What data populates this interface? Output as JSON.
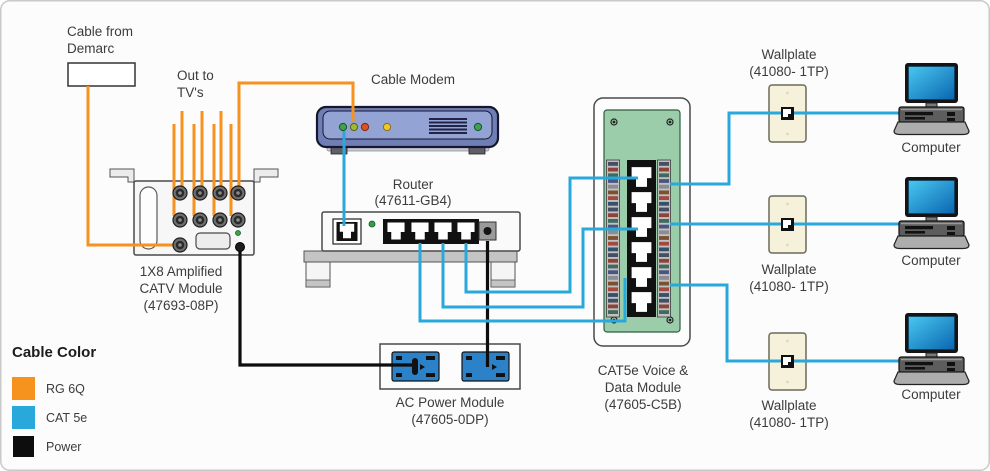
{
  "legend": {
    "title": "Cable Color",
    "items": [
      {
        "label": "RG 6Q",
        "color": "#F6921E"
      },
      {
        "label": "CAT 5e",
        "color": "#29A8DC"
      },
      {
        "label": "Power",
        "color": "#0D0D0D"
      }
    ]
  },
  "labels": {
    "demarc": {
      "line1": "Cable from",
      "line2": "Demarc"
    },
    "out_to_tvs": {
      "line1": "Out to",
      "line2": "TV's"
    },
    "cable_modem": "Cable Modem",
    "router": {
      "line1": "Router",
      "line2": "(47611-GB4)"
    },
    "catv": {
      "line1": "1X8 Amplified",
      "line2": "CATV Module",
      "line3": "(47693-08P)"
    },
    "ac_power": {
      "line1": "AC Power Module",
      "line2": "(47605-0DP)"
    },
    "voice_data": {
      "line1": "CAT5e Voice &",
      "line2": "Data Module",
      "line3": "(47605-C5B)"
    },
    "wallplate": {
      "line1": "Wallplate",
      "line2": "(41080- 1TP)"
    },
    "computer": "Computer"
  },
  "colors": {
    "rg6q_cable": "#F6921E",
    "cat5e_cable": "#29A8DC",
    "power_cable": "#0D0D0D",
    "pcb_green": "#9CCDAB",
    "modem_body": "#93A3D4",
    "modem_shell": "#6F7FB5",
    "wallplate_cream": "#F6F1DA",
    "outlet_blue": "#2C82C9",
    "punch_palette": [
      "#454f63",
      "#8f4338",
      "#3f6a5e",
      "#4a5584",
      "#8a8d91",
      "#7c512f",
      "#a34a3e",
      "#35506b"
    ]
  }
}
